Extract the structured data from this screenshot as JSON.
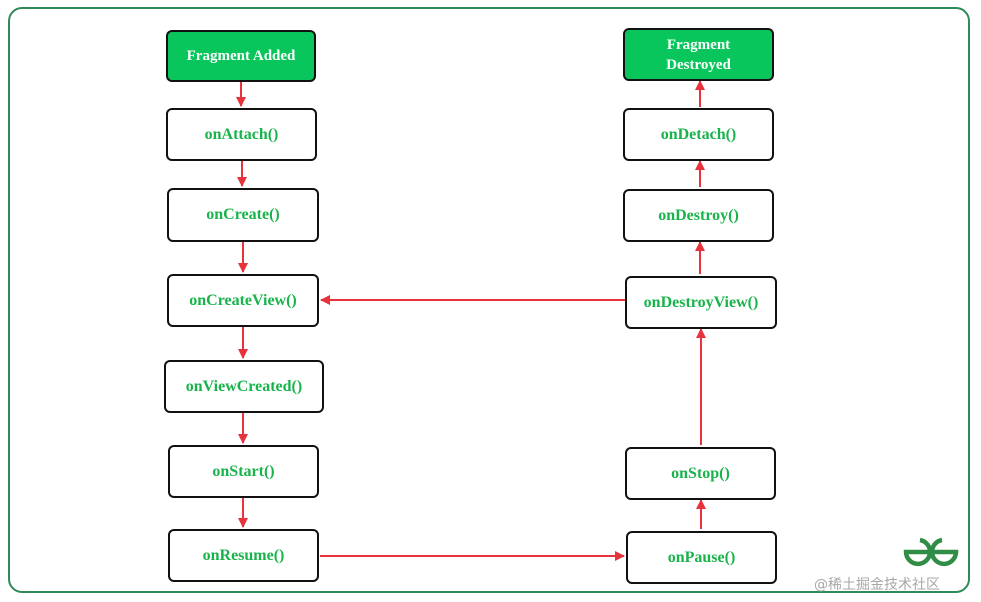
{
  "diagram": {
    "nodes": {
      "fragment_added": "Fragment Added",
      "on_attach": "onAttach()",
      "on_create": "onCreate()",
      "on_create_view": "onCreateView()",
      "on_view_created": "onViewCreated()",
      "on_start": "onStart()",
      "on_resume": "onResume()",
      "on_pause": "onPause()",
      "on_stop": "onStop()",
      "on_destroy_view": "onDestroyView()",
      "on_destroy": "onDestroy()",
      "on_detach": "onDetach()",
      "fragment_destroyed_line1": "Fragment",
      "fragment_destroyed_line2": "Destroyed"
    },
    "edges": [
      [
        "fragment_added",
        "on_attach"
      ],
      [
        "on_attach",
        "on_create"
      ],
      [
        "on_create",
        "on_create_view"
      ],
      [
        "on_create_view",
        "on_view_created"
      ],
      [
        "on_view_created",
        "on_start"
      ],
      [
        "on_start",
        "on_resume"
      ],
      [
        "on_resume",
        "on_pause"
      ],
      [
        "on_pause",
        "on_stop"
      ],
      [
        "on_stop",
        "on_destroy_view"
      ],
      [
        "on_destroy_view",
        "on_create_view"
      ],
      [
        "on_destroy_view",
        "on_destroy"
      ],
      [
        "on_destroy",
        "on_detach"
      ],
      [
        "on_detach",
        "fragment_destroyed"
      ]
    ]
  },
  "colors": {
    "terminal_fill": "#09c65c",
    "label_text": "#19b34b",
    "arrow": "#e8323c",
    "border": "#2e8b57"
  },
  "logo": {
    "icon": "geeksforgeeks-logo"
  },
  "watermark": {
    "text": "@稀土掘金技术社区"
  }
}
